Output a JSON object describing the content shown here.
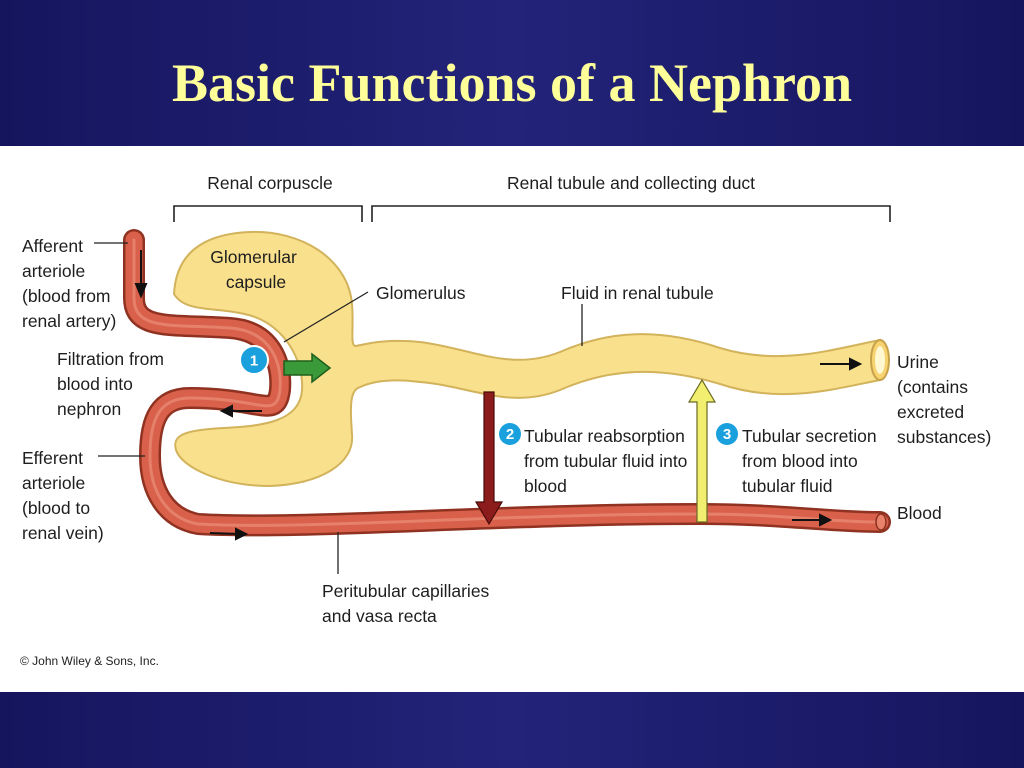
{
  "title": "Basic Functions of a Nephron",
  "diagram": {
    "brackets": {
      "renal_corpuscle": "Renal corpuscle",
      "renal_tubule": "Renal tubule and collecting duct"
    },
    "labels": {
      "afferent": [
        "Afferent",
        "arteriole",
        "(blood from",
        "renal artery)"
      ],
      "filtration": [
        "Filtration from",
        "blood into",
        "nephron"
      ],
      "efferent": [
        "Efferent",
        "arteriole",
        "(blood to",
        "renal vein)"
      ],
      "glomerular_capsule": [
        "Glomerular",
        "capsule"
      ],
      "glomerulus": "Glomerulus",
      "fluid": "Fluid in renal tubule",
      "urine": [
        "Urine",
        "(contains",
        "excreted",
        "substances)"
      ],
      "blood": "Blood",
      "peritubular": [
        "Peritubular capillaries",
        "and vasa recta"
      ]
    },
    "steps": [
      {
        "number": "1"
      },
      {
        "number": "2",
        "lines": [
          "Tubular reabsorption",
          "from tubular fluid into",
          "blood"
        ]
      },
      {
        "number": "3",
        "lines": [
          "Tubular secretion",
          "from blood into",
          "tubular fluid"
        ]
      }
    ],
    "credit": "© John Wiley & Sons, Inc.",
    "colors": {
      "tubule": "#f9e08c",
      "blood_vessel": "#d9604a",
      "step_badge": "#1aa0dc",
      "filtration_arrow": "#3a9a3a",
      "reabsorption_arrow": "#8c1c1c",
      "secretion_arrow": "#f2ee70"
    }
  }
}
